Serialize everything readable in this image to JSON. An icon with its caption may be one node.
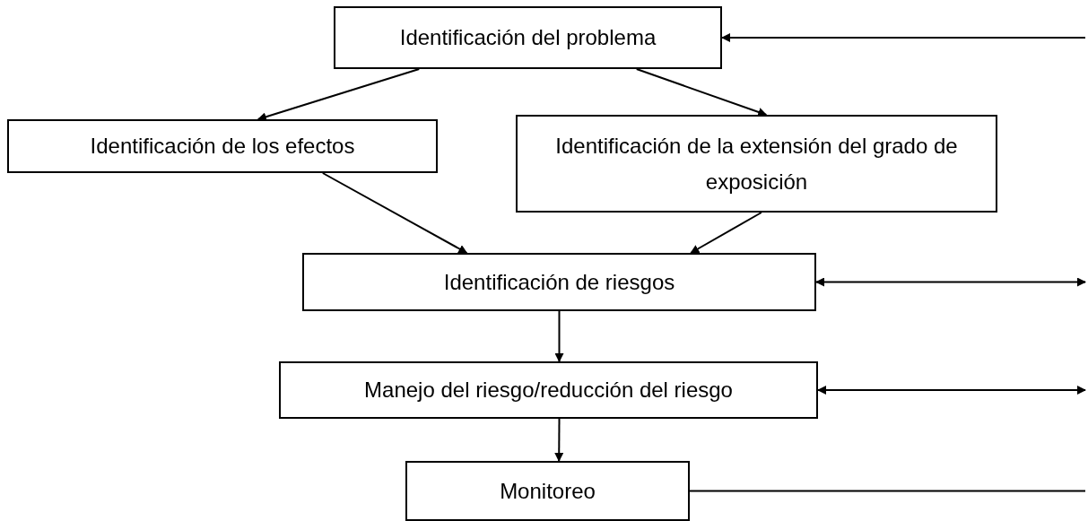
{
  "diagram": {
    "nodes": [
      {
        "text": [
          "Identificación del problema"
        ]
      },
      {
        "text": [
          "Identificación de los efectos"
        ]
      },
      {
        "text": [
          "Identificación de la extensión del grado de exposición"
        ]
      },
      {
        "text": [
          "Identificación de riesgos"
        ]
      },
      {
        "text": [
          "Manejo del riesgo/reducción del riesgo"
        ]
      },
      {
        "text": [
          "Monitoreo"
        ]
      }
    ],
    "edges": [
      {
        "from": 0,
        "to": 1,
        "arrow": "to"
      },
      {
        "from": 0,
        "to": 2,
        "arrow": "to"
      },
      {
        "from": 1,
        "to": 3,
        "arrow": "to"
      },
      {
        "from": 2,
        "to": 3,
        "arrow": "to"
      },
      {
        "from": 3,
        "to": 4,
        "arrow": "to"
      },
      {
        "from": 4,
        "to": 5,
        "arrow": "to"
      },
      {
        "from": null,
        "to": 0,
        "arrow": "to"
      },
      {
        "from": 3,
        "to": null,
        "arrow": "both"
      },
      {
        "from": 4,
        "to": null,
        "arrow": "both"
      },
      {
        "from": 5,
        "to": null,
        "arrow": "none"
      }
    ]
  }
}
